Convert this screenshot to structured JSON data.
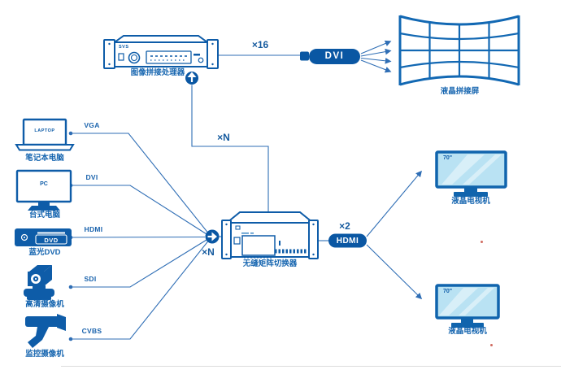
{
  "colors": {
    "primary_blue": "#0e5ca8",
    "line_blue": "#2f6eb5",
    "pill_blue": "#0a57a3",
    "wall_blue": "#1268b3",
    "tv_frame_blue": "#1064ad",
    "tv_screen_light": "#b9e2f3",
    "artifact_red": "#c03a2b"
  },
  "processor": {
    "brand": "SVS",
    "caption": "图像拼接处理器"
  },
  "video_wall": {
    "caption": "液晶拼接屏"
  },
  "matrix": {
    "caption": "无缝矩阵切换器"
  },
  "sources": [
    {
      "label": "LAPTOP",
      "caption": "笔记本电脑",
      "signal": "VGA"
    },
    {
      "label": "PC",
      "caption": "台式电脑",
      "signal": "DVI"
    },
    {
      "label": "DVD",
      "caption": "蓝光DVD",
      "signal": "HDMI"
    },
    {
      "label": "",
      "caption": "高清摄像机",
      "signal": "SDI"
    },
    {
      "label": "",
      "caption": "监控摄像机",
      "signal": "CVBS"
    }
  ],
  "links": {
    "processor_to_wall_count": "×16",
    "processor_to_wall_pill": "DVI",
    "matrix_to_processor_count": "×N",
    "sources_to_matrix_count": "×N",
    "matrix_to_tv_count": "×2",
    "matrix_to_tv_pill": "HDMI"
  },
  "tvs": [
    {
      "size": "70\"",
      "caption": "液晶电视机"
    },
    {
      "size": "70\"",
      "caption": "液晶电视机"
    }
  ]
}
